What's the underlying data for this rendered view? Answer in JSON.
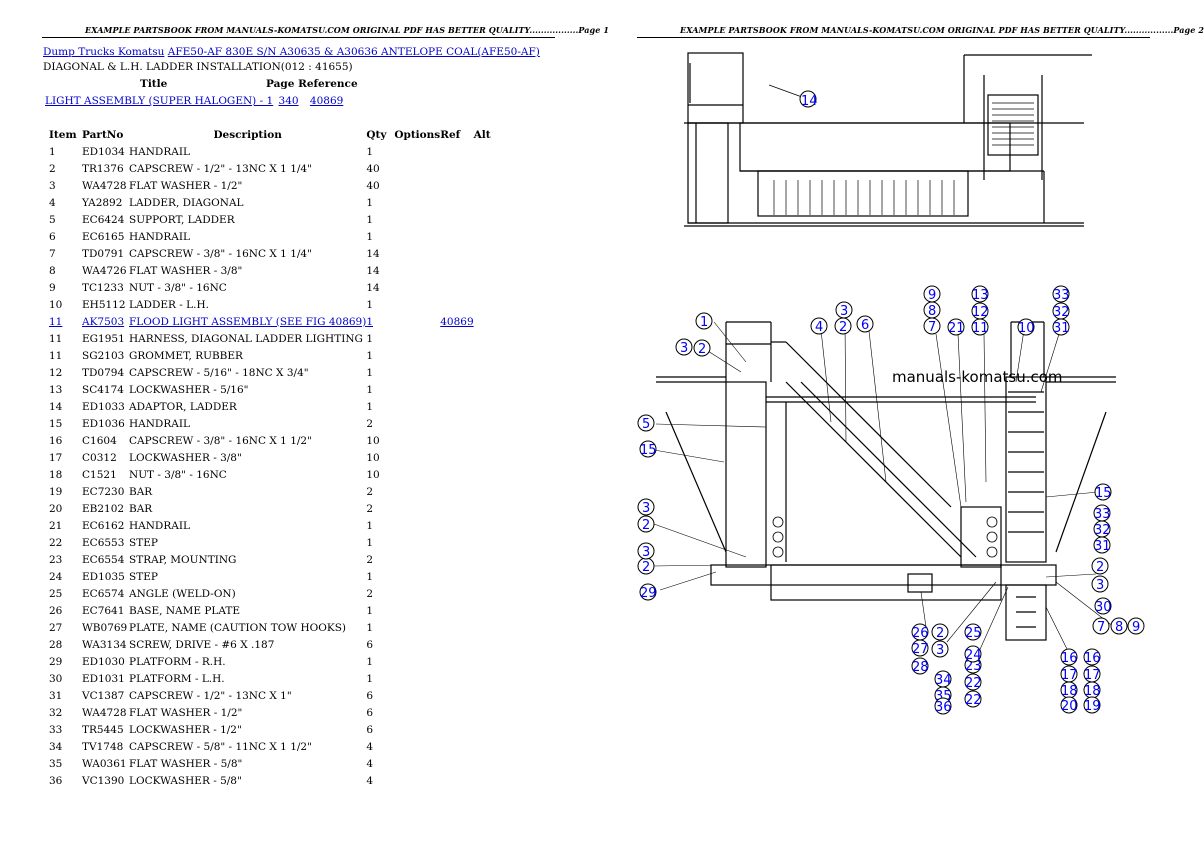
{
  "page1_header": "EXAMPLE PARTSBOOK FROM MANUALS-KOMATSU.COM ORIGINAL PDF HAS BETTER QUALITY.................Page 1",
  "page2_header": "EXAMPLE PARTSBOOK FROM MANUALS-KOMATSU.COM ORIGINAL PDF HAS BETTER QUALITY.................Page 2",
  "breadcrumb": {
    "category": "Dump Trucks Komatsu",
    "model": "AFE50-AF 830E S/N A30635 & A30636 ANTELOPE COAL(AFE50-AF)"
  },
  "page_title": "DIAGONAL & L.H. LADDER INSTALLATION(012 : 41655)",
  "ref_table": {
    "col_title": "Title",
    "col_page_ref": "Page Reference",
    "rows": [
      {
        "title": "LIGHT ASSEMBLY (SUPER HALOGEN) - 1",
        "page": "340",
        "ref": "40869"
      }
    ]
  },
  "parts_table": {
    "headers": {
      "item": "Item",
      "part": "PartNo",
      "desc": "Description",
      "qty": "Qty",
      "options": "Options",
      "ref": "Ref",
      "alt": "Alt"
    },
    "rows": [
      {
        "item": "1",
        "part": "ED1034",
        "desc": "HANDRAIL",
        "qty": "1",
        "ref": ""
      },
      {
        "item": "2",
        "part": "TR1376",
        "desc": "CAPSCREW - 1/2\" - 13NC X 1 1/4\"",
        "qty": "40",
        "ref": ""
      },
      {
        "item": "3",
        "part": "WA4728",
        "desc": "FLAT WASHER - 1/2\"",
        "qty": "40",
        "ref": ""
      },
      {
        "item": "4",
        "part": "YA2892",
        "desc": "LADDER, DIAGONAL",
        "qty": "1",
        "ref": ""
      },
      {
        "item": "5",
        "part": "EC6424",
        "desc": "SUPPORT, LADDER",
        "qty": "1",
        "ref": ""
      },
      {
        "item": "6",
        "part": "EC6165",
        "desc": "HANDRAIL",
        "qty": "1",
        "ref": ""
      },
      {
        "item": "7",
        "part": "TD0791",
        "desc": "CAPSCREW - 3/8\" - 16NC X 1 1/4\"",
        "qty": "14",
        "ref": ""
      },
      {
        "item": "8",
        "part": "WA4726",
        "desc": "FLAT WASHER - 3/8\"",
        "qty": "14",
        "ref": ""
      },
      {
        "item": "9",
        "part": "TC1233",
        "desc": "NUT - 3/8\" - 16NC",
        "qty": "14",
        "ref": ""
      },
      {
        "item": "10",
        "part": "EH5112",
        "desc": "LADDER - L.H.",
        "qty": "1",
        "ref": ""
      },
      {
        "item": "11",
        "part": "AK7503",
        "desc": "FLOOD LIGHT ASSEMBLY (SEE FIG 40869)",
        "qty": "1",
        "ref": "40869",
        "link": true
      },
      {
        "item": "11",
        "part": "EG1951",
        "desc": "HARNESS, DIAGONAL LADDER LIGHTING",
        "qty": "1",
        "ref": ""
      },
      {
        "item": "11",
        "part": "SG2103",
        "desc": "GROMMET, RUBBER",
        "qty": "1",
        "ref": ""
      },
      {
        "item": "12",
        "part": "TD0794",
        "desc": "CAPSCREW - 5/16\" - 18NC X 3/4\"",
        "qty": "1",
        "ref": ""
      },
      {
        "item": "13",
        "part": "SC4174",
        "desc": "LOCKWASHER - 5/16\"",
        "qty": "1",
        "ref": ""
      },
      {
        "item": "14",
        "part": "ED1033",
        "desc": "ADAPTOR, LADDER",
        "qty": "1",
        "ref": ""
      },
      {
        "item": "15",
        "part": "ED1036",
        "desc": "HANDRAIL",
        "qty": "2",
        "ref": ""
      },
      {
        "item": "16",
        "part": "C1604",
        "desc": "CAPSCREW - 3/8\" - 16NC X 1 1/2\"",
        "qty": "10",
        "ref": ""
      },
      {
        "item": "17",
        "part": "C0312",
        "desc": "LOCKWASHER - 3/8\"",
        "qty": "10",
        "ref": ""
      },
      {
        "item": "18",
        "part": "C1521",
        "desc": "NUT - 3/8\" - 16NC",
        "qty": "10",
        "ref": ""
      },
      {
        "item": "19",
        "part": "EC7230",
        "desc": "BAR",
        "qty": "2",
        "ref": ""
      },
      {
        "item": "20",
        "part": "EB2102",
        "desc": "BAR",
        "qty": "2",
        "ref": ""
      },
      {
        "item": "21",
        "part": "EC6162",
        "desc": "HANDRAIL",
        "qty": "1",
        "ref": ""
      },
      {
        "item": "22",
        "part": "EC6553",
        "desc": "STEP",
        "qty": "1",
        "ref": ""
      },
      {
        "item": "23",
        "part": "EC6554",
        "desc": "STRAP, MOUNTING",
        "qty": "2",
        "ref": ""
      },
      {
        "item": "24",
        "part": "ED1035",
        "desc": "STEP",
        "qty": "1",
        "ref": ""
      },
      {
        "item": "25",
        "part": "EC6574",
        "desc": "ANGLE (WELD-ON)",
        "qty": "2",
        "ref": ""
      },
      {
        "item": "26",
        "part": "EC7641",
        "desc": "BASE, NAME PLATE",
        "qty": "1",
        "ref": ""
      },
      {
        "item": "27",
        "part": "WB0769",
        "desc": "PLATE, NAME (CAUTION TOW HOOKS)",
        "qty": "1",
        "ref": ""
      },
      {
        "item": "28",
        "part": "WA3134",
        "desc": "SCREW, DRIVE - #6 X .187",
        "qty": "6",
        "ref": ""
      },
      {
        "item": "29",
        "part": "ED1030",
        "desc": "PLATFORM - R.H.",
        "qty": "1",
        "ref": ""
      },
      {
        "item": "30",
        "part": "ED1031",
        "desc": "PLATFORM - L.H.",
        "qty": "1",
        "ref": ""
      },
      {
        "item": "31",
        "part": "VC1387",
        "desc": "CAPSCREW - 1/2\" - 13NC X 1\"",
        "qty": "6",
        "ref": ""
      },
      {
        "item": "32",
        "part": "WA4728",
        "desc": "FLAT WASHER - 1/2\"",
        "qty": "6",
        "ref": ""
      },
      {
        "item": "33",
        "part": "TR5445",
        "desc": "LOCKWASHER - 1/2\"",
        "qty": "6",
        "ref": ""
      },
      {
        "item": "34",
        "part": "TV1748",
        "desc": "CAPSCREW - 5/8\" - 11NC X 1 1/2\"",
        "qty": "4",
        "ref": ""
      },
      {
        "item": "35",
        "part": "WA0361",
        "desc": "FLAT WASHER - 5/8\"",
        "qty": "4",
        "ref": ""
      },
      {
        "item": "36",
        "part": "VC1390",
        "desc": "LOCKWASHER - 5/8\"",
        "qty": "4",
        "ref": ""
      }
    ]
  },
  "diagram": {
    "watermark": "manuals-komatsu.com",
    "top_callouts": [
      "14"
    ],
    "callouts": [
      "1",
      "2",
      "3",
      "4",
      "5",
      "6",
      "7",
      "8",
      "9",
      "10",
      "11",
      "12",
      "13",
      "15",
      "16",
      "17",
      "18",
      "19",
      "20",
      "21",
      "22",
      "23",
      "24",
      "25",
      "26",
      "27",
      "28",
      "29",
      "30",
      "31",
      "32",
      "33",
      "34",
      "35",
      "36"
    ]
  }
}
